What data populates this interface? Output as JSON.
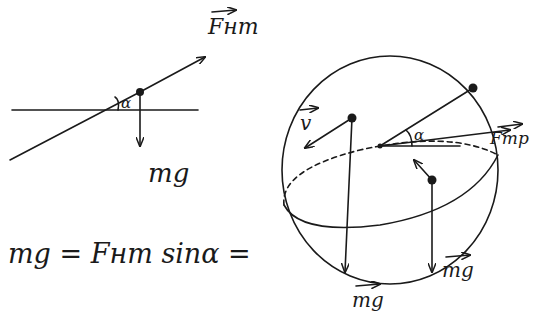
{
  "diagram": {
    "labels": [
      "Fнт",
      "α",
      "mg",
      "mg = Fнт sinα =",
      "v",
      "α",
      "Fтр",
      "mg",
      "mg"
    ]
  }
}
